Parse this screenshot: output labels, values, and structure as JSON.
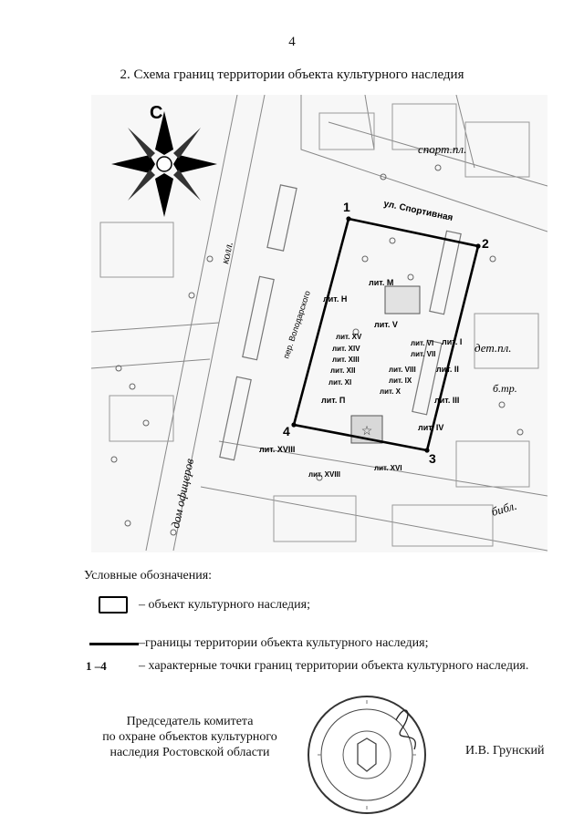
{
  "page_number": "4",
  "title": "2. Схема границ территории объекта культурного наследия",
  "compass_label": "С",
  "map_labels": {
    "street_sport": "ул. Спортивная",
    "lane_volodarskogo": "пер. Володарского",
    "sport_pl": "спорт.пл.",
    "det_pl": "дет.пл.",
    "b_tr": "б.тр.",
    "bibl": "библ.",
    "dom_ofitserov": "дом офицеров",
    "koll": "колл.",
    "lit_M": "лит. М",
    "lit_N": "лит. Н",
    "lit_V": "лит. V",
    "lit_XV": "лит. XV",
    "lit_XIV": "лит. XIV",
    "lit_XIII": "лит. XIII",
    "lit_XII": "лит. XII",
    "lit_XI": "лит. XI",
    "lit_VI": "лит. VI",
    "lit_VII": "лит. VII",
    "lit_I": "лит. I",
    "lit_VIII": "лит. VIII",
    "lit_IX": "лит. IX",
    "lit_X": "лит. X",
    "lit_II": "лит. II",
    "lit_III": "лит. III",
    "lit_P": "лит. П",
    "lit_IV": "лит. IV",
    "lit_XVIII_a": "лит. XVIII",
    "lit_XVIII_b": "лит. XVIII",
    "lit_XVI": "лит. XVI",
    "pt1": "1",
    "pt2": "2",
    "pt3": "3",
    "pt4": "4"
  },
  "legend": {
    "title": "Условные обозначения:",
    "item1": "– объект культурного наследия;",
    "item2": "–границы территории объекта культурного наследия;",
    "item3_symbol": "1 –4",
    "item3": "– характерные точки границ территории объекта культурного наследия."
  },
  "signature": {
    "position_line1": "Председатель комитета",
    "position_line2": "по охране объектов культурного",
    "position_line3": "наследия Ростовской области",
    "name": "И.В. Грунский"
  }
}
